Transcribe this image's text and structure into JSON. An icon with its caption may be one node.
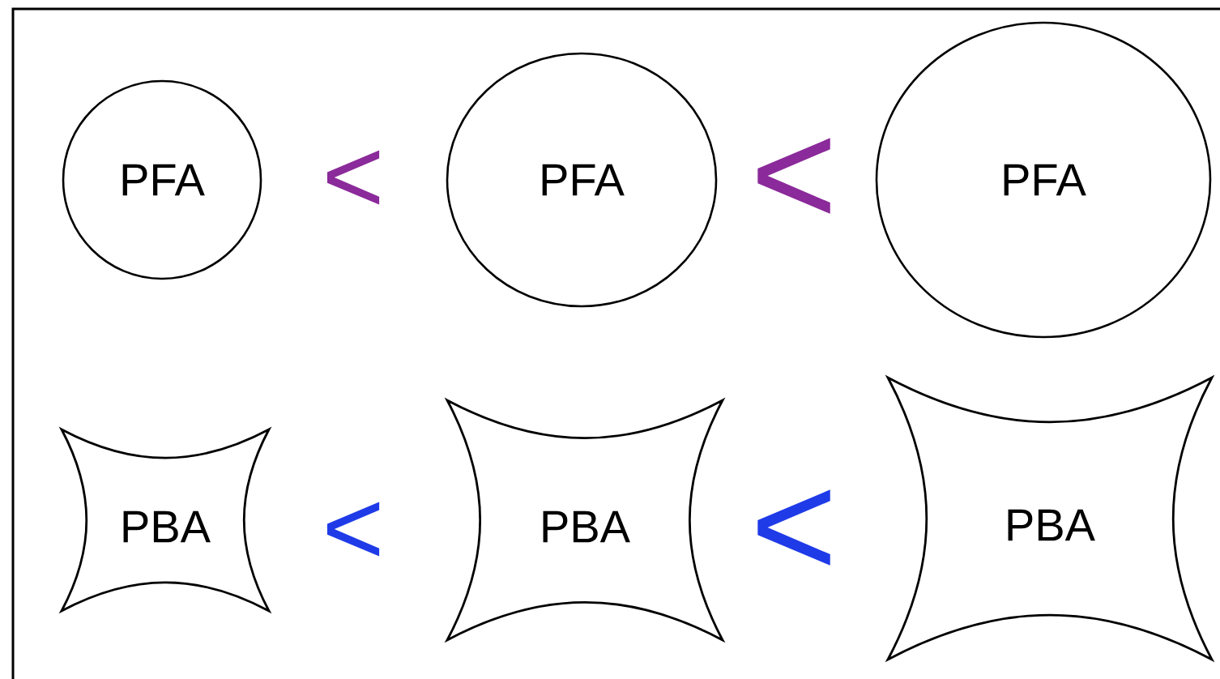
{
  "diagram": {
    "nodes": [
      {
        "text": [
          "PFA"
        ]
      },
      {
        "text": [
          "PFA"
        ]
      },
      {
        "text": [
          "PFA"
        ]
      },
      {
        "text": [
          "PBA"
        ]
      },
      {
        "text": [
          "PBA"
        ]
      },
      {
        "text": [
          "PBA"
        ]
      }
    ],
    "labels": [
      "<",
      "<",
      "<",
      "<"
    ]
  }
}
